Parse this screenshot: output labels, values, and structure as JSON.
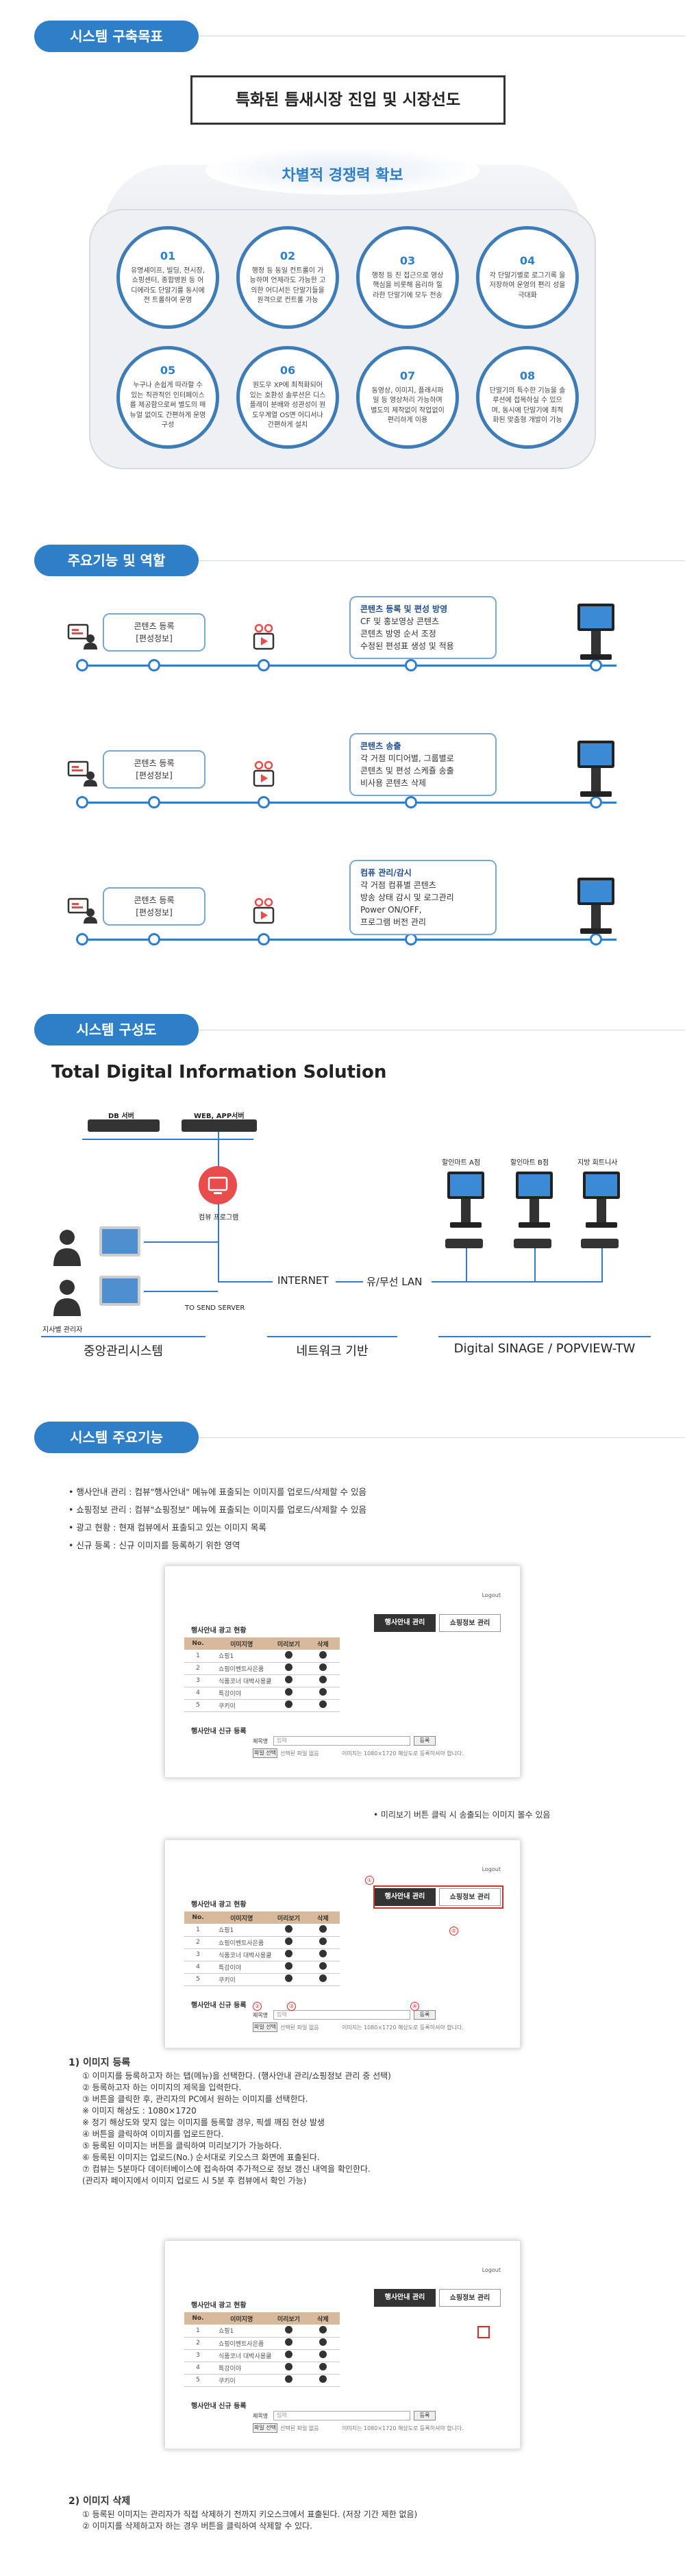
{
  "section1": {
    "pill": "시스템 구축목표",
    "main_title": "특화된 틈새시장 진입 및 시장선도",
    "sub_title": "차별적 경쟁력 확보",
    "goals": [
      {
        "num": "01",
        "text": "유명셰이프, 빌딩, 전시장, 쇼핑센터, 종합병원 등 어디에라도 단말기를 동시에 전 트롤하여 운영"
      },
      {
        "num": "02",
        "text": "행정 등 동일 컨트롤이 가능하며 언제라도 가능한 고의한 어디서든 단말기들을 원격으로 컨트롤 가능"
      },
      {
        "num": "03",
        "text": "행정 등 친 접근으로 영상 핵심을 비롯해 음리하 힐 라한 단말기에 모두 전송"
      },
      {
        "num": "04",
        "text": "각 단말기별로 로그기록 을 저장하여 운영의 편리 성을 극대화"
      },
      {
        "num": "05",
        "text": "누구나 손쉽게 따라할 수 있는 직관적인 인터페이스를 제공함으로써 별도의 매뉴얼 없이도 간편하게 운영 구성"
      },
      {
        "num": "06",
        "text": "원도우 XP에 최적화되어 있는 호환성 솔루션은 디스플레이 분배와 성관성이 원도우계열 OS면 어디서나 간편하게 설치"
      },
      {
        "num": "07",
        "text": "동영상, 이미지, 플래시파일 등 영상처리 가능하며 별도의 제작없이 작업없이 편리하게 이용"
      },
      {
        "num": "08",
        "text": "단말기의 특수한 기능을 솔루션에 접목하실 수 있으며, 동시에 단말기에 최적화된 맞춤형 개발이 가능"
      }
    ]
  },
  "section2": {
    "pill": "주요기능 및 역할",
    "rows": [
      {
        "left_box": [
          "콘텐츠 등록",
          "[편성정보]"
        ],
        "right_box_title": "콘텐츠 등록 및 편성 방영",
        "right_box_lines": [
          "CF 및 홍보영상 콘텐츠",
          "콘텐츠 방영 순서 조정",
          "수정된 편성표 생성 및 적용"
        ]
      },
      {
        "left_box": [
          "콘텐츠 등록",
          "[편성정보]"
        ],
        "right_box_title": "콘텐츠 송출",
        "right_box_lines": [
          "각 거점 미디어별, 그룹별로",
          "콘텐츠 및 편성 스케쥴 송출",
          "비사용 콘텐츠 삭제"
        ]
      },
      {
        "left_box": [
          "콘텐츠 등록",
          "[편성정보]"
        ],
        "right_box_title": "컴퓨 관리/감시",
        "right_box_lines": [
          "각 거점 컴퓨별 콘텐츠",
          "방송 상태 감시 및 로그관리",
          "Power ON/OFF,",
          "프로그램 버전 관리"
        ]
      }
    ]
  },
  "section3": {
    "pill": "시스템 구성도",
    "heading": "Total Digital Information Solution",
    "db_label": "DB 서버",
    "web_label": "WEB, APP서버",
    "prog_label": "컴뷰 프로그램",
    "person_label": "지사별 관리자",
    "send_server": "TO SEND SERVER",
    "internet": "INTERNET",
    "lan": "유/무선 LAN",
    "kiosk_labels": [
      "할인마트 A점",
      "할인마트 B점",
      "지방 회트니사"
    ],
    "bottom_labels": [
      "중앙관리시스템",
      "네트워크 기반",
      "Digital SINAGE / POPVIEW-TW"
    ]
  },
  "section4": {
    "pill": "시스템 주요기능",
    "bullets": [
      "• 행사안내 관리 : 컴뷰\"행사안내\" 메뉴에 표출되는 이미지를 업로드/삭제할 수 있음",
      "• 쇼핑정보 관리 : 컴뷰\"쇼핑정보\" 메뉴에 표출되는 이미지를 업로드/삭제할 수 있음",
      "• 광고 현황 : 현재 컴뷰에서 표출되고 있는 이미지 목록",
      "• 신규 등록 : 신규 이미지를 등록하기 위한 영역"
    ],
    "shot": {
      "logout": "Logout",
      "list_title": "행사안내 광고 현황",
      "tab_event": "행사안내 관리",
      "tab_shop": "쇼핑정보 관리",
      "col_no": "No.",
      "col_name": "이미지명",
      "col_view": "미리보기",
      "col_del": "삭제",
      "rows": [
        {
          "no": "1",
          "name": "쇼핑1"
        },
        {
          "no": "2",
          "name": "쇼핑이벤트사은품"
        },
        {
          "no": "3",
          "name": "식품코너 대박사용쿨"
        },
        {
          "no": "4",
          "name": "특강이야"
        },
        {
          "no": "5",
          "name": "쿠키이"
        }
      ],
      "reg_title": "행사안내 신규 등록",
      "img_label": "제목명",
      "img_placeholder": "입력",
      "file_btn": "파일 선택",
      "file_text": "선택된 파일 없음",
      "reg_btn": "등록",
      "note": "이미지는 1080×1720 해상도로 등록하셔야 합니다."
    },
    "caption1": "• 미리보기 버튼 클릭 시 송출되는 이미지 볼수 있음",
    "step1_title": "1)  이미지 등록",
    "step1_lines": [
      "①  이미지를 등록하고자 하는 탭(메뉴)을 선택한다. (행사안내 관리/쇼핑정보 관리 중 선택)",
      "②  등록하고자 하는 이미지의 제목을 입력한다.",
      "③  버튼을 클릭한 후, 관리자의 PC에서 원하는 이미지를 선택한다.",
      "      ※ 이미지 해상도 : 1080×1720",
      "      ※ 정기 해상도와 맞지 않는 이미지를 등록할 경우, 픽셀 깨짐 현상 발생",
      "④  버튼을 클릭하여 이미지를 업로드한다.",
      "⑤  등록된 이미지는 버튼을 클릭하여 미리보기가 가능하다.",
      "⑥  등록된 이미지는 업로드(No.) 순서대로 키오스크 화면에 표출된다.",
      "⑦  컴뷰는 5분마다 데이터베이스에 접속하여 추가적으로 정보 갱신 내역을 확인한다.",
      "      (관리자 페이지에서 이미지 업로드 시 5분 후 컴뷰에서 확인 가능)"
    ],
    "step2_title": "2)  이미지 삭제",
    "step2_lines": [
      "①  등록된 이미지는 관리자가 직접 삭제하기 전까지 키오스크에서 표출된다. (저장 기간 제한 없음)",
      "②  이미지를 삭제하고자 하는 경우  버튼을 클릭하여 삭제할 수 있다."
    ],
    "markers": [
      "①",
      "②",
      "③",
      "④",
      "⑤"
    ]
  },
  "colors": {
    "accent": "#2e7fc8",
    "circle_border": "#3e7cb8",
    "red": "#e02b2b",
    "table_head": "#d9b99b"
  }
}
